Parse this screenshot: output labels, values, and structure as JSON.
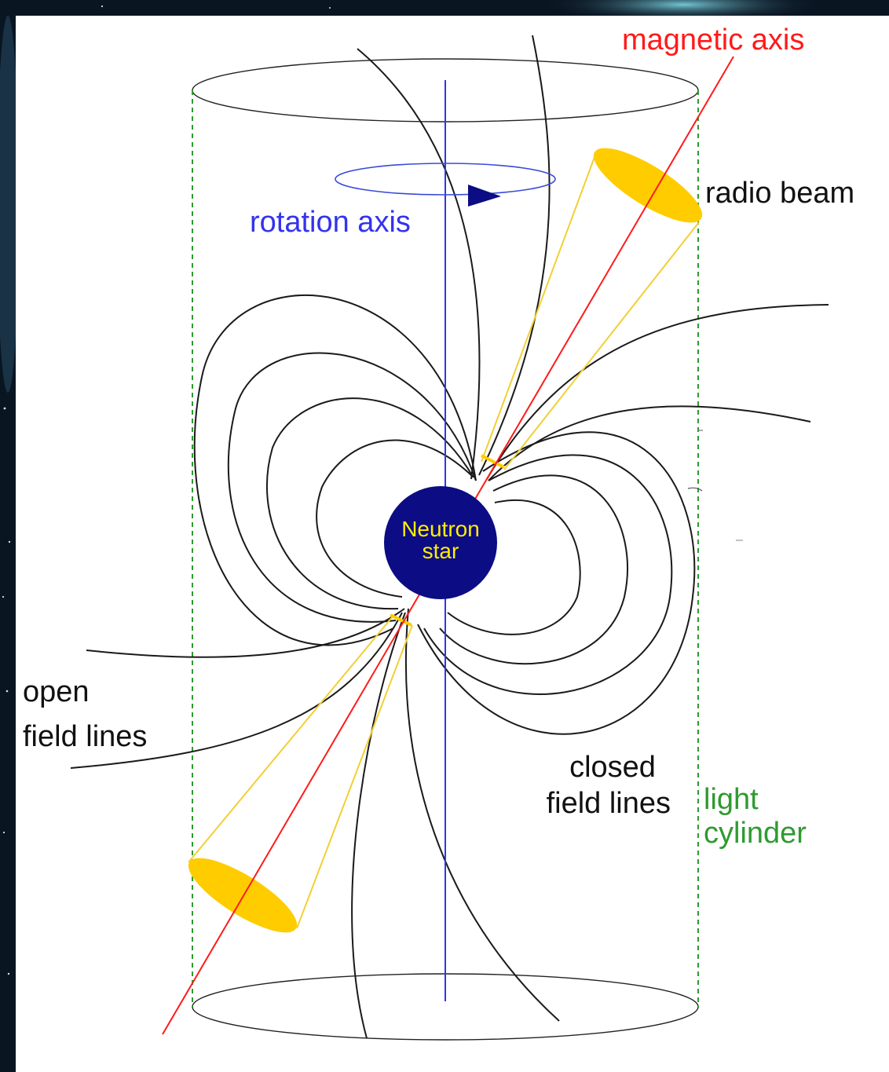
{
  "labels": {
    "magnetic_axis": "magnetic axis",
    "radio_beam": "radio beam",
    "rotation_axis": "rotation axis",
    "star_line1": "Neutron",
    "star_line2": "star",
    "open_line1": "open",
    "open_line2": "field lines",
    "closed_line1": "closed",
    "closed_line2": "field lines",
    "light_line1": "light",
    "light_line2": "cylinder"
  },
  "colors": {
    "magnetic_axis": "#ff1a1a",
    "rotation_axis": "#3333ee",
    "beam": "#ffcc00",
    "beam_edge": "#f2cf35",
    "star": "#0c0c84",
    "star_text": "#ffee00",
    "light_cylinder": "#2f9a2f",
    "field_lines": "#1a1a1a",
    "background": "#0a1522"
  }
}
